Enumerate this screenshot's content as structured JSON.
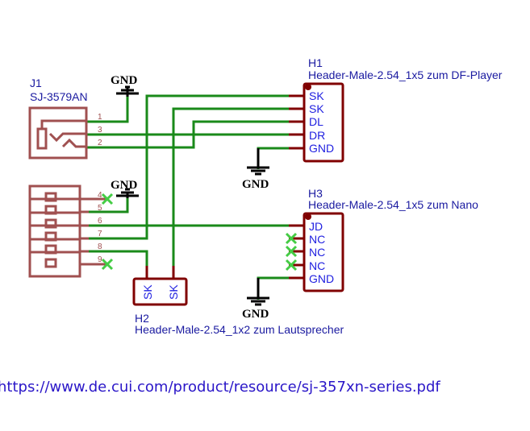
{
  "J1": {
    "ref": "J1",
    "value": "SJ-3579AN",
    "pins_top": [
      "1",
      "3",
      "2"
    ],
    "pins_bottom": [
      "4",
      "5",
      "6",
      "7",
      "8",
      "9"
    ]
  },
  "H1": {
    "ref": "H1",
    "value": "Header-Male-2.54_1x5 zum DF-Player",
    "pins": [
      "SK",
      "SK",
      "DL",
      "DR",
      "GND"
    ]
  },
  "H2": {
    "ref": "H2",
    "value": "Header-Male-2.54_1x2 zum Lautsprecher",
    "pins": [
      "SK",
      "SK"
    ]
  },
  "H3": {
    "ref": "H3",
    "value": "Header-Male-2.54_1x5 zum Nano",
    "pins": [
      "JD",
      "NC",
      "NC",
      "NC",
      "GND"
    ]
  },
  "gnd_label": "GND",
  "url": "https://www.de.cui.com/product/resource/sj-357xn-series.pdf",
  "colors": {
    "wire": "#1a8a1a",
    "part_body": "#800000",
    "jack_body": "#a05050",
    "label": "#1a1aa0",
    "pin_label": "#2020e0",
    "no_connect": "#44cc44"
  }
}
